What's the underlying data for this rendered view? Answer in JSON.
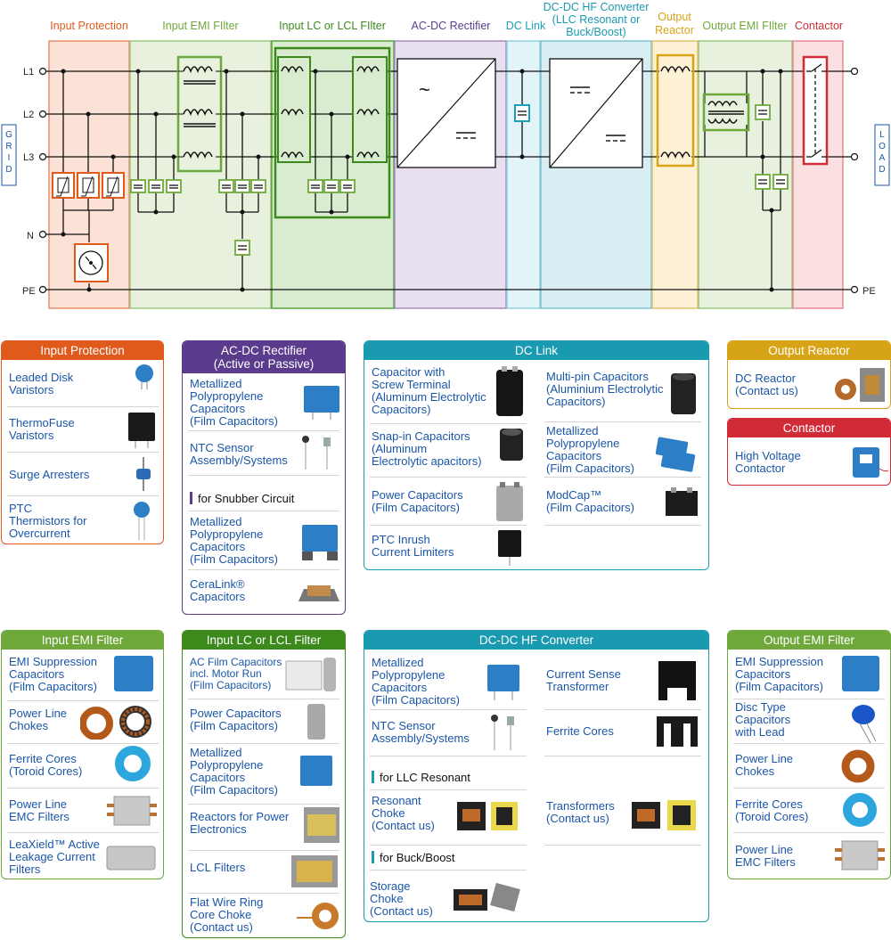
{
  "diagram": {
    "lines": [
      "L1",
      "L2",
      "L3",
      "N",
      "PE"
    ],
    "pe_right": "PE",
    "grid_label": "GRID",
    "load_label": "LOAD",
    "ac_symbol": "~",
    "dc_symbol": "=",
    "blocks": [
      {
        "title": "Input Protection",
        "color": "#e05a1c"
      },
      {
        "title": "Input EMI FIlter",
        "color": "#6fa83a"
      },
      {
        "title": "Input LC or LCL FIlter",
        "color": "#3d8a1c"
      },
      {
        "title": "AC-DC Rectifier",
        "color": "#5b3c8c"
      },
      {
        "title": "DC Link",
        "color": "#1aa0b4"
      },
      {
        "title": "DC-DC HF Converter\n(LLC Resonant or\nBuck/Boost)",
        "color": "#1a9ab0"
      },
      {
        "title": "Output\nReactor",
        "color": "#d8a417"
      },
      {
        "title": "Output EMI FIlter",
        "color": "#6fa83a"
      },
      {
        "title": "Contactor",
        "color": "#d02b37"
      }
    ]
  },
  "cards": {
    "input_protection": {
      "title": "Input Protection",
      "color": "#e05a1c",
      "items": [
        "Leaded Disk\nVaristors",
        "ThermoFuse\nVaristors",
        "Surge Arresters",
        "PTC\nThermistors for\nOvercurrent"
      ],
      "icons": [
        "disk-varistor-icon",
        "thermofuse-varistor-icon",
        "surge-arrester-icon",
        "ptc-thermistor-icon"
      ]
    },
    "acdc": {
      "title": "AC-DC Rectifier\n(Active or Passive)",
      "color": "#5b3c8c",
      "items": [
        "Metallized\nPolypropylene\nCapacitors\n(Film Capacitors)",
        "NTC Sensor\nAssembly/Systems"
      ],
      "icons": [
        "film-capacitor-icon",
        "ntc-sensor-icon"
      ],
      "subhead": "for Snubber Circuit",
      "sub_items": [
        "Metallized\nPolypropylene\nCapacitors\n(Film Capacitors)",
        "CeraLink®\nCapacitors"
      ],
      "sub_icons": [
        "film-capacitor-icon",
        "ceralink-capacitor-icon"
      ]
    },
    "dclink": {
      "title": "DC Link",
      "color": "#1a9ab0",
      "left": [
        "Capacitor with\nScrew Terminal\n(Aluminum Electrolytic\nCapacitors)",
        "Snap-in Capacitors\n(Aluminum\nElectrolytic apacitors)",
        "Power Capacitors\n(Film Capacitors)",
        "PTC Inrush\nCurrent Limiters"
      ],
      "right": [
        "Multi-pin Capacitors\n(Aluminium Electrolytic\nCapacitors)",
        "Metallized\nPolypropylene\nCapacitors\n(Film Capacitors)",
        "ModCap™\n(Film Capacitors)"
      ]
    },
    "output_reactor": {
      "title": "Output Reactor",
      "color": "#d8a417",
      "items": [
        "DC Reactor\n(Contact us)"
      ]
    },
    "contactor": {
      "title": "Contactor",
      "color": "#d02b37",
      "items": [
        "High Voltage\nContactor"
      ]
    },
    "input_emi": {
      "title": "Input EMI Filter",
      "color": "#6fa83a",
      "items": [
        "EMI Suppression\nCapacitors\n(Film Capacitors)",
        "Power Line\nChokes",
        "Ferrite Cores\n(Toroid Cores)",
        "Power Line\nEMC Filters",
        "LeaXield™ Active\nLeakage Current\nFilters"
      ]
    },
    "input_lc": {
      "title": "Input LC or LCL Filter",
      "color": "#3d8a1c",
      "items": [
        "AC Film Capacitors\nincl. Motor Run\n(Film Capacitors)",
        "Power Capacitors\n(Film Capacitors)",
        "Metallized\nPolypropylene\nCapacitors\n(Film Capacitors)",
        "Reactors for Power\nElectronics",
        "LCL Filters",
        "Flat Wire Ring\nCore Choke\n(Contact us)"
      ]
    },
    "dcdc": {
      "title": "DC-DC HF Converter",
      "color": "#1a9ab0",
      "left": [
        "Metallized\nPolypropylene\nCapacitors\n(Film Capacitors)",
        "NTC Sensor\nAssembly/Systems"
      ],
      "right": [
        "Current Sense\nTransformer",
        "Ferrite Cores"
      ],
      "sub1": "for LLC Resonant",
      "sub1_left": "Resonant\nChoke\n(Contact us)",
      "sub1_right": "Transformers\n(Contact us)",
      "sub2": "for Buck/Boost",
      "sub2_left": "Storage\nChoke\n(Contact us)"
    },
    "output_emi": {
      "title": "Output EMI Filter",
      "color": "#6fa83a",
      "items": [
        "EMI Suppression\nCapacitors\n(Film Capacitors)",
        "Disc Type\nCapacitors\nwith Lead",
        "Power Line\nChokes",
        "Ferrite Cores\n(Toroid Cores)",
        "Power Line\nEMC Filters"
      ]
    }
  }
}
